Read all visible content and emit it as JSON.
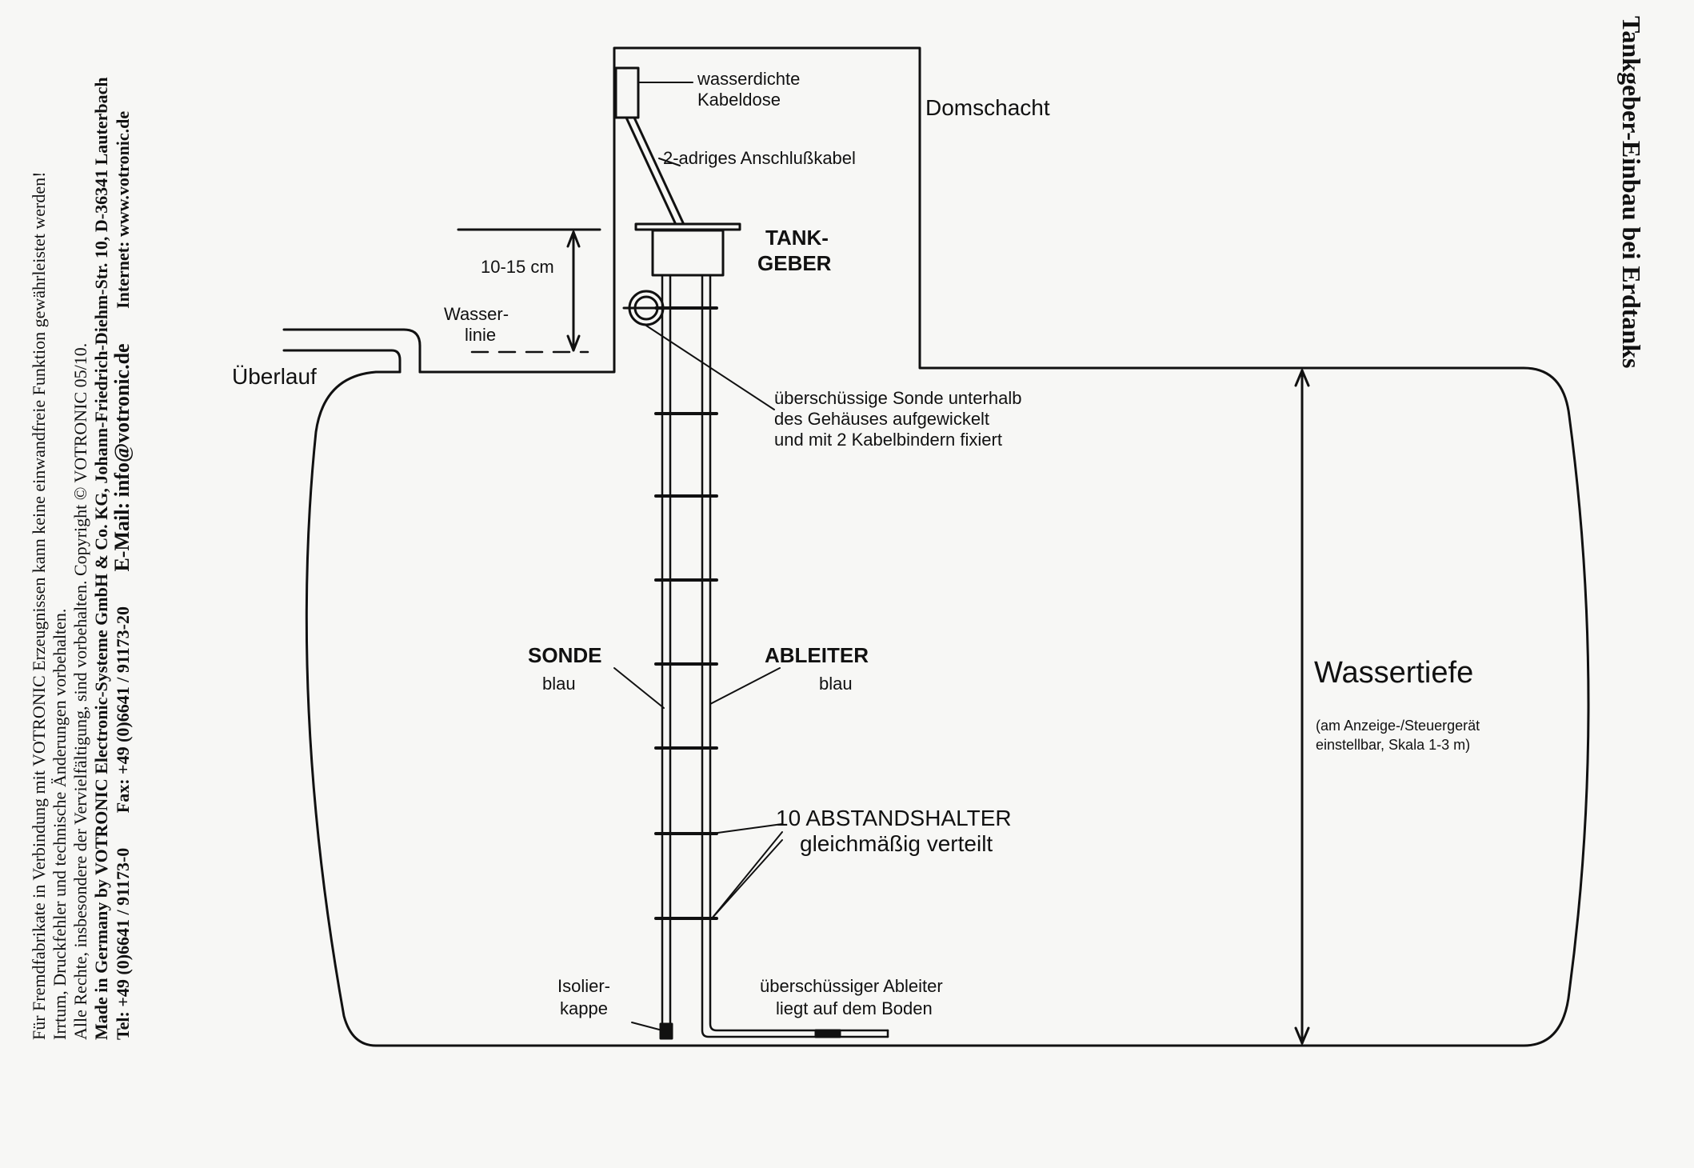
{
  "title": "Tankgeber-Einbau bei Erdtanks",
  "labels": {
    "domschacht": "Domschacht",
    "kabeldose_1": "wasserdichte",
    "kabeldose_2": "Kabeldose",
    "anschlusskabel": "2-adriges Anschlußkabel",
    "tankgeber_1": "TANK-",
    "tankgeber_2": "GEBER",
    "abstand": "10-15 cm",
    "wasserlinie_1": "Wasser-",
    "wasserlinie_2": "linie",
    "ueberlauf": "Überlauf",
    "sonde_excess_1": "überschüssige Sonde unterhalb",
    "sonde_excess_2": "des Gehäuses aufgewickelt",
    "sonde_excess_3": "und mit 2 Kabelbindern fixiert",
    "sonde": "SONDE",
    "sonde_color": "blau",
    "ableiter": "ABLEITER",
    "ableiter_color": "blau",
    "abstandshalter_1": "10 ABSTANDSHALTER",
    "abstandshalter_2": "gleichmäßig verteilt",
    "isolierkappe_1": "Isolier-",
    "isolierkappe_2": "kappe",
    "ableiter_excess_1": "überschüssiger Ableiter",
    "ableiter_excess_2": "liegt auf dem Boden",
    "wassertiefe": "Wassertiefe",
    "wassertiefe_note_1": "(am Anzeige-/Steuergerät",
    "wassertiefe_note_2": "einstellbar, Skala 1-3 m)"
  },
  "footer": {
    "line1": "Für Fremdfabrikate in Verbindung mit VOTRONIC Erzeugnissen kann keine einwandfreie Funktion gewährleistet werden!",
    "line2": "Irrtum, Druckfehler und technische Änderungen vorbehalten.",
    "line3": "Alle Rechte, insbesondere der Vervielfältigung, sind vorbehalten. Copyright © VOTRONIC 05/10.",
    "line4": "Made in Germany by VOTRONIC Electronic-Systeme GmbH & Co. KG, Johann-Friedrich-Diehm-Str. 10, D-36341 Lauterbach",
    "tel": "Tel: +49 (0)6641 / 91173-0",
    "fax": "Fax: +49 (0)6641 / 91173-20",
    "email": "E-Mail: info@votronic.de",
    "internet": "Internet: www.votronic.de"
  },
  "colors": {
    "ink": "#111111",
    "paper": "#f7f7f5"
  }
}
